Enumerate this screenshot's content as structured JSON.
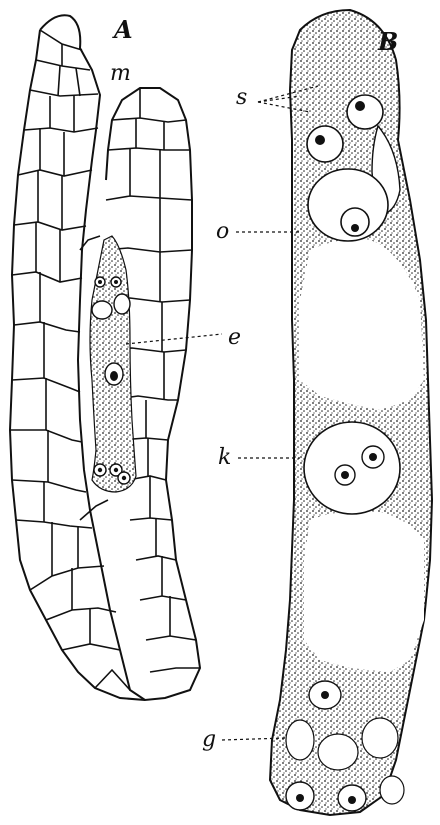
{
  "figure_labels": {
    "panel_a": "A",
    "panel_b": "B",
    "m": "m",
    "e": "e",
    "s": "s",
    "o": "o",
    "k": "k",
    "g": "g"
  },
  "colors": {
    "ink": "#111111",
    "paper": "#ffffff"
  }
}
